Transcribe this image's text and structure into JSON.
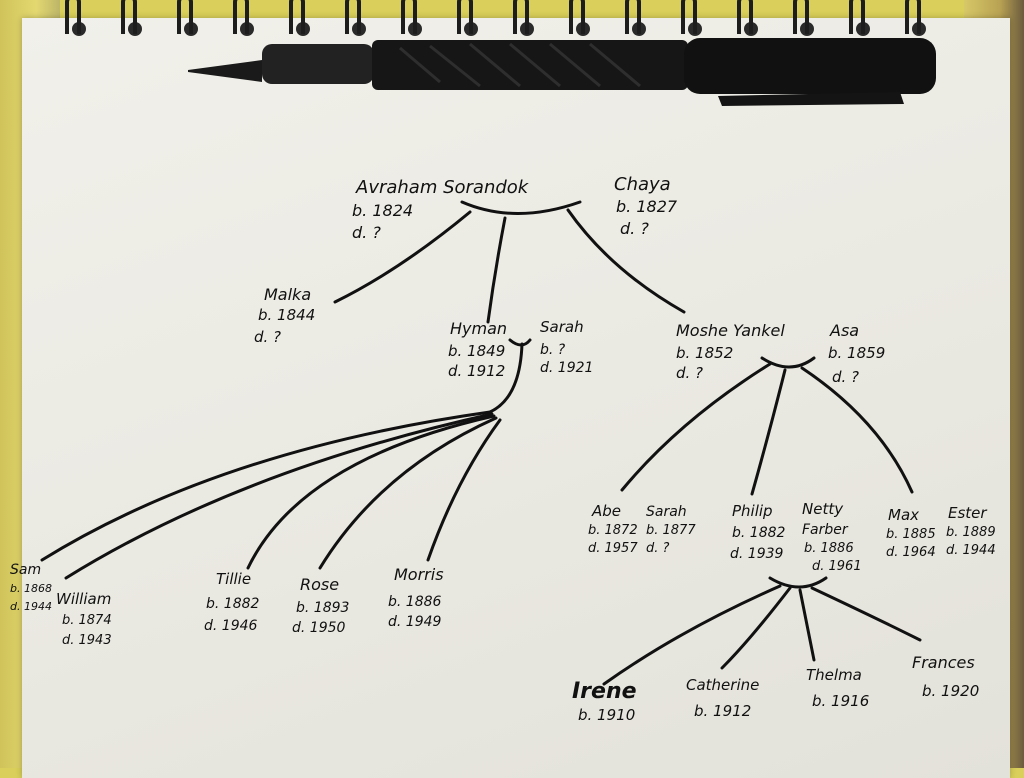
{
  "colors": {
    "ink": "#111111",
    "paper": "#eeede6",
    "background": "#d9cf5a"
  },
  "pen": {
    "icon": "fountain-pen-icon"
  },
  "people": {
    "avraham": {
      "name": "Avraham Sorandok",
      "born": "b. 1824",
      "died": "d. ?"
    },
    "chaya": {
      "name": "Chaya",
      "born": "b. 1827",
      "died": "d. ?"
    },
    "malka": {
      "name": "Malka",
      "born": "b. 1844",
      "died": "d. ?"
    },
    "hyman": {
      "name": "Hyman",
      "born": "b. 1849",
      "died": "d. 1912"
    },
    "sarah_h": {
      "name": "Sarah",
      "born": "b. ?",
      "died": "d. 1921"
    },
    "moshe": {
      "name": "Moshe Yankel",
      "born": "b. 1852",
      "died": "d. ?"
    },
    "asa": {
      "name": "Asa",
      "born": "b. 1859",
      "died": "d. ?"
    },
    "sam": {
      "name": "Sam",
      "born": "b. 1868",
      "died": "d. 1944"
    },
    "william": {
      "name": "William",
      "born": "b. 1874",
      "died": "d. 1943"
    },
    "tillie": {
      "name": "Tillie",
      "born": "b. 1882",
      "died": "d. 1946"
    },
    "rose": {
      "name": "Rose",
      "born": "b. 1893",
      "died": "d. 1950"
    },
    "morris": {
      "name": "Morris",
      "born": "b. 1886",
      "died": "d. 1949"
    },
    "abe": {
      "name": "Abe",
      "born": "b. 1872",
      "died": "d. 1957"
    },
    "sarah_a": {
      "name": "Sarah",
      "born": "b. 1877",
      "died": "d. ?"
    },
    "philip": {
      "name": "Philip",
      "born": "b. 1882",
      "died": "d. 1939"
    },
    "netty": {
      "name": "Netty",
      "surname": "Farber",
      "born": "b. 1886",
      "died": "d. 1961"
    },
    "max": {
      "name": "Max",
      "born": "b. 1885",
      "died": "d. 1964"
    },
    "ester": {
      "name": "Ester",
      "born": "b. 1889",
      "died": "d. 1944"
    },
    "irene": {
      "name": "Irene",
      "born": "b. 1910"
    },
    "catherine": {
      "name": "Catherine",
      "born": "b. 1912"
    },
    "thelma": {
      "name": "Thelma",
      "born": "b. 1916"
    },
    "frances": {
      "name": "Frances",
      "born": "b. 1920"
    }
  }
}
